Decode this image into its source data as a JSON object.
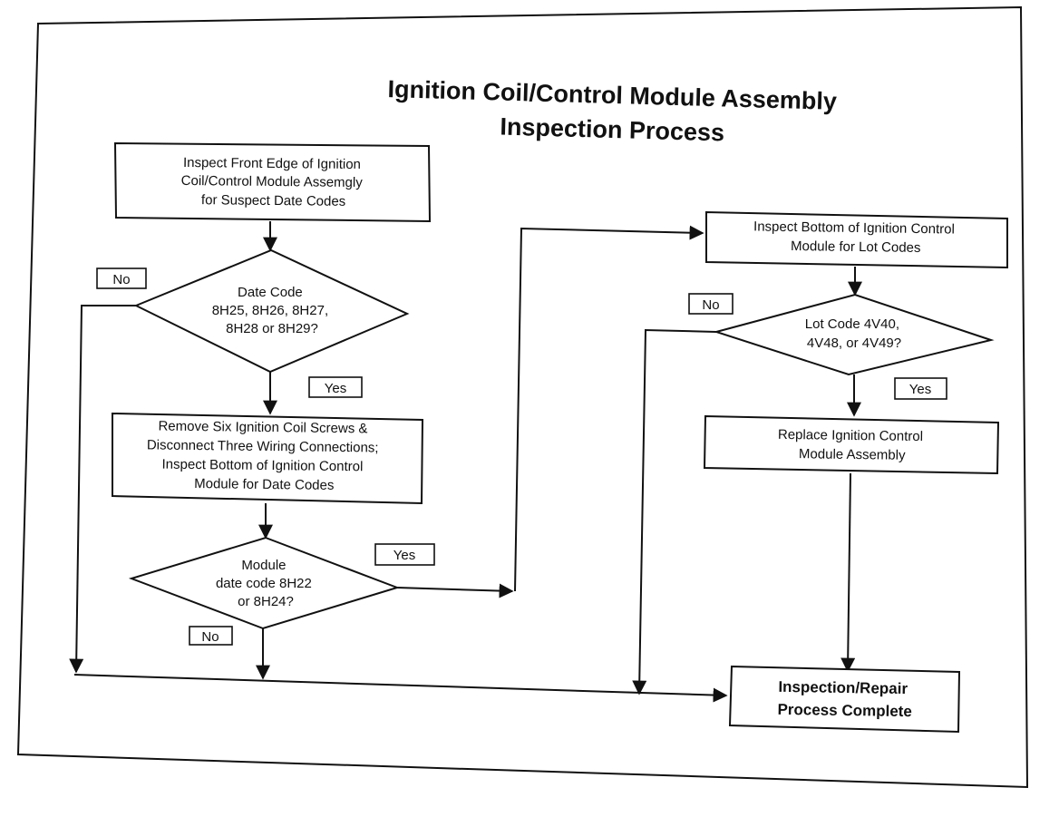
{
  "title": {
    "line1": "Ignition Coil/Control Module Assembly",
    "line2": "Inspection Process"
  },
  "nodes": {
    "inspect_front": [
      "Inspect Front Edge of Ignition",
      "Coil/Control Module Assemgly",
      "for Suspect Date Codes"
    ],
    "date_code": [
      "Date Code",
      "8H25, 8H26, 8H27,",
      "8H28 or 8H29?"
    ],
    "remove_screws": [
      "Remove Six Ignition Coil Screws &",
      "Disconnect Three Wiring Connections;",
      "Inspect Bottom of Ignition Control",
      "Module  for Date Codes"
    ],
    "module_date": [
      "Module",
      "date code 8H22",
      "or 8H24?"
    ],
    "inspect_bottom": [
      "Inspect Bottom of Ignition Control",
      "Module for Lot Codes"
    ],
    "lot_code": [
      "Lot Code 4V40,",
      "4V48, or 4V49?"
    ],
    "replace": [
      "Replace Ignition Control",
      "Module Assembly"
    ],
    "complete": [
      "Inspection/Repair",
      "Process Complete"
    ]
  },
  "labels": {
    "no": "No",
    "yes": "Yes"
  }
}
